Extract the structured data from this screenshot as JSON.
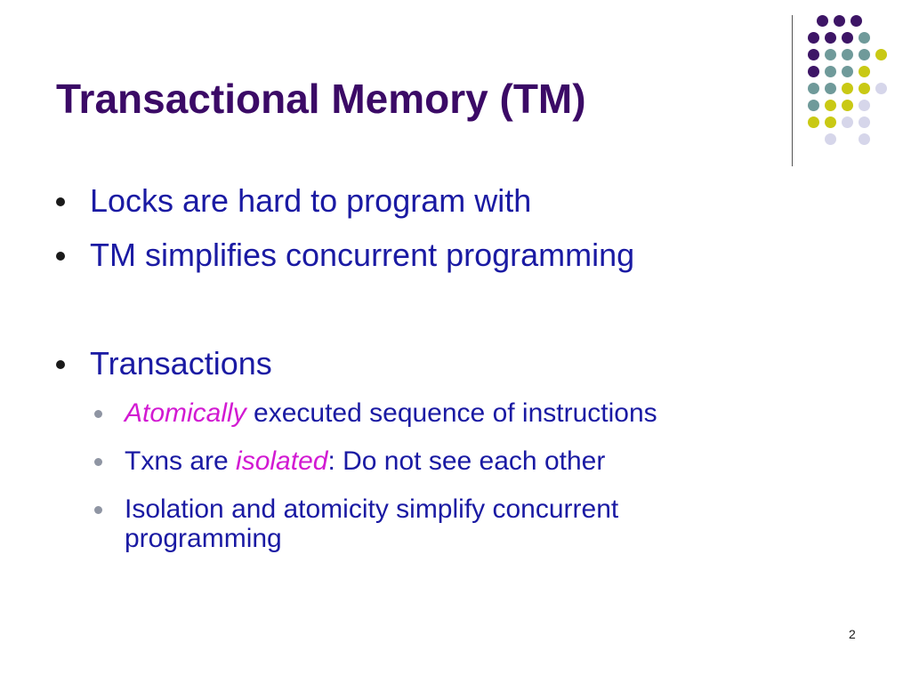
{
  "slide": {
    "title": "Transactional Memory (TM)",
    "bullets": [
      {
        "text": "Locks are hard to program with"
      },
      {
        "text": "TM simplifies concurrent programming"
      },
      {
        "text": "Transactions"
      }
    ],
    "sub_bullets": [
      {
        "em": "Atomically",
        "rest": " executed sequence of instructions"
      },
      {
        "pre": "Txns are ",
        "em": "isolated",
        "rest": ": Do not see each other"
      },
      {
        "line1": "Isolation and atomicity simplify concurrent",
        "line2": "programming"
      }
    ],
    "page_number": "2"
  },
  "colors": {
    "title": "#3b0a66",
    "body_text": "#1a1aa3",
    "emphasis": "#d21ad2",
    "dot_purple": "#3d1566",
    "dot_teal": "#6f9a9a",
    "dot_yellow": "#c9c914",
    "dot_lavender": "#d6d6ea"
  }
}
